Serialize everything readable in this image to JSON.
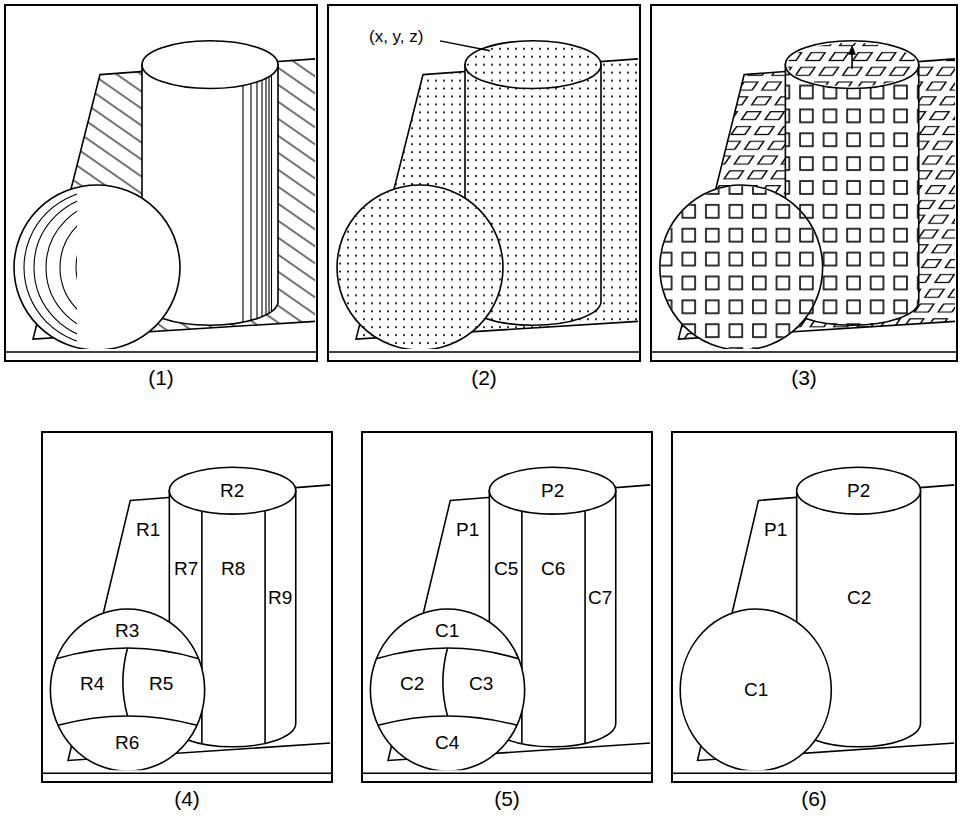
{
  "diagram": {
    "nodes": [
      {
        "text": [
          "(1)"
        ]
      },
      {
        "text": [
          "(2)"
        ]
      },
      {
        "text": [
          "(3)"
        ]
      },
      {
        "text": [
          "(4)"
        ]
      },
      {
        "text": [
          "(5)"
        ]
      },
      {
        "text": [
          "(6)"
        ]
      }
    ],
    "labels": [
      "(x, y, z)",
      "R2",
      "R1",
      "R7",
      "R8",
      "R9",
      "R3",
      "R4",
      "R5",
      "R6",
      "P2",
      "P1",
      "C5",
      "C6",
      "C7",
      "C1",
      "C2",
      "C3",
      "C4",
      "P2",
      "P1",
      "C2",
      "C1"
    ]
  }
}
